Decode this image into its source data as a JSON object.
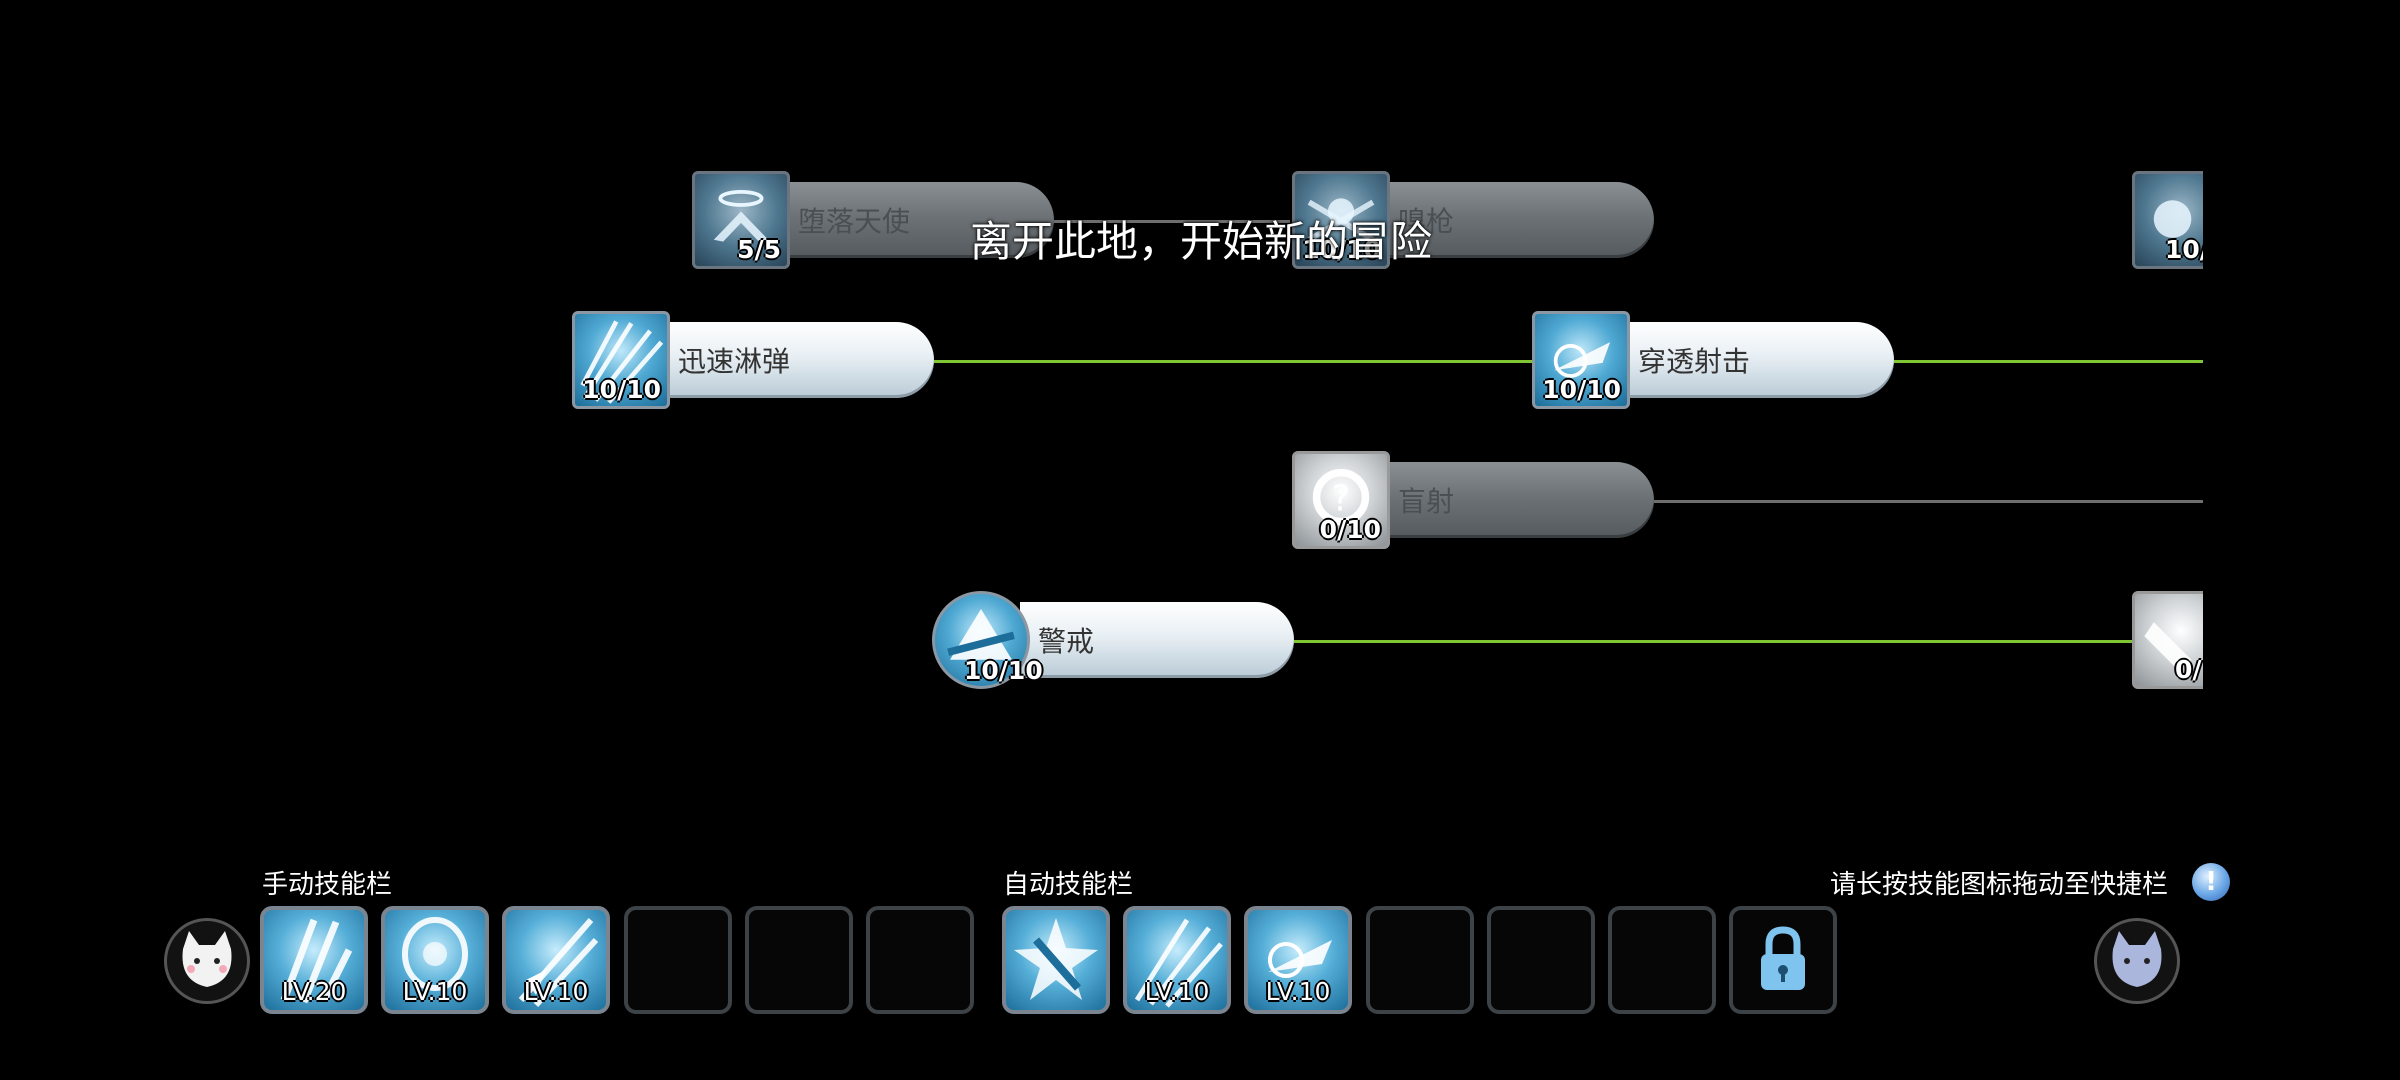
{
  "banner": "离开此地，开始新的冒险",
  "skills": {
    "fallen_angel": {
      "name": "堕落天使",
      "level": "5/5"
    },
    "roaring_gun": {
      "name": "嗅枪",
      "level": "10/10"
    },
    "partial_right_top": {
      "level": "10/"
    },
    "rapid_bullets": {
      "name": "迅速淋弹",
      "level": "10/10"
    },
    "pierce_shot": {
      "name": "穿透射击",
      "level": "10/10"
    },
    "blind_shot": {
      "name": "盲射",
      "level": "0/10"
    },
    "alert": {
      "name": "警戒",
      "level": "10/10"
    },
    "partial_right_bottom": {
      "level": "0/"
    }
  },
  "bottom_bar": {
    "manual_label": "手动技能栏",
    "auto_label": "自动技能栏",
    "hint": "请长按技能图标拖动至快捷栏",
    "hint_icon": "!",
    "manual_slots": [
      {
        "level": "LV.20",
        "icon": "scissor-slash-icon"
      },
      {
        "level": "LV.10",
        "icon": "bubble-shield-icon"
      },
      {
        "level": "LV.10",
        "icon": "blade-strike-icon"
      },
      {
        "level": "",
        "icon": "empty"
      },
      {
        "level": "",
        "icon": "empty"
      },
      {
        "level": "",
        "icon": "empty"
      }
    ],
    "auto_slots": [
      {
        "level": "",
        "icon": "sword-burst-icon"
      },
      {
        "level": "LV.10",
        "icon": "rapid-bullets-icon"
      },
      {
        "level": "LV.10",
        "icon": "pierce-shot-icon"
      },
      {
        "level": "",
        "icon": "empty"
      },
      {
        "level": "",
        "icon": "empty"
      },
      {
        "level": "",
        "icon": "empty"
      },
      {
        "level": "",
        "icon": "lock-icon"
      }
    ]
  },
  "colors": {
    "active_line": "#7fc534",
    "inactive_line": "#6e6e6e",
    "background": "#000000"
  }
}
